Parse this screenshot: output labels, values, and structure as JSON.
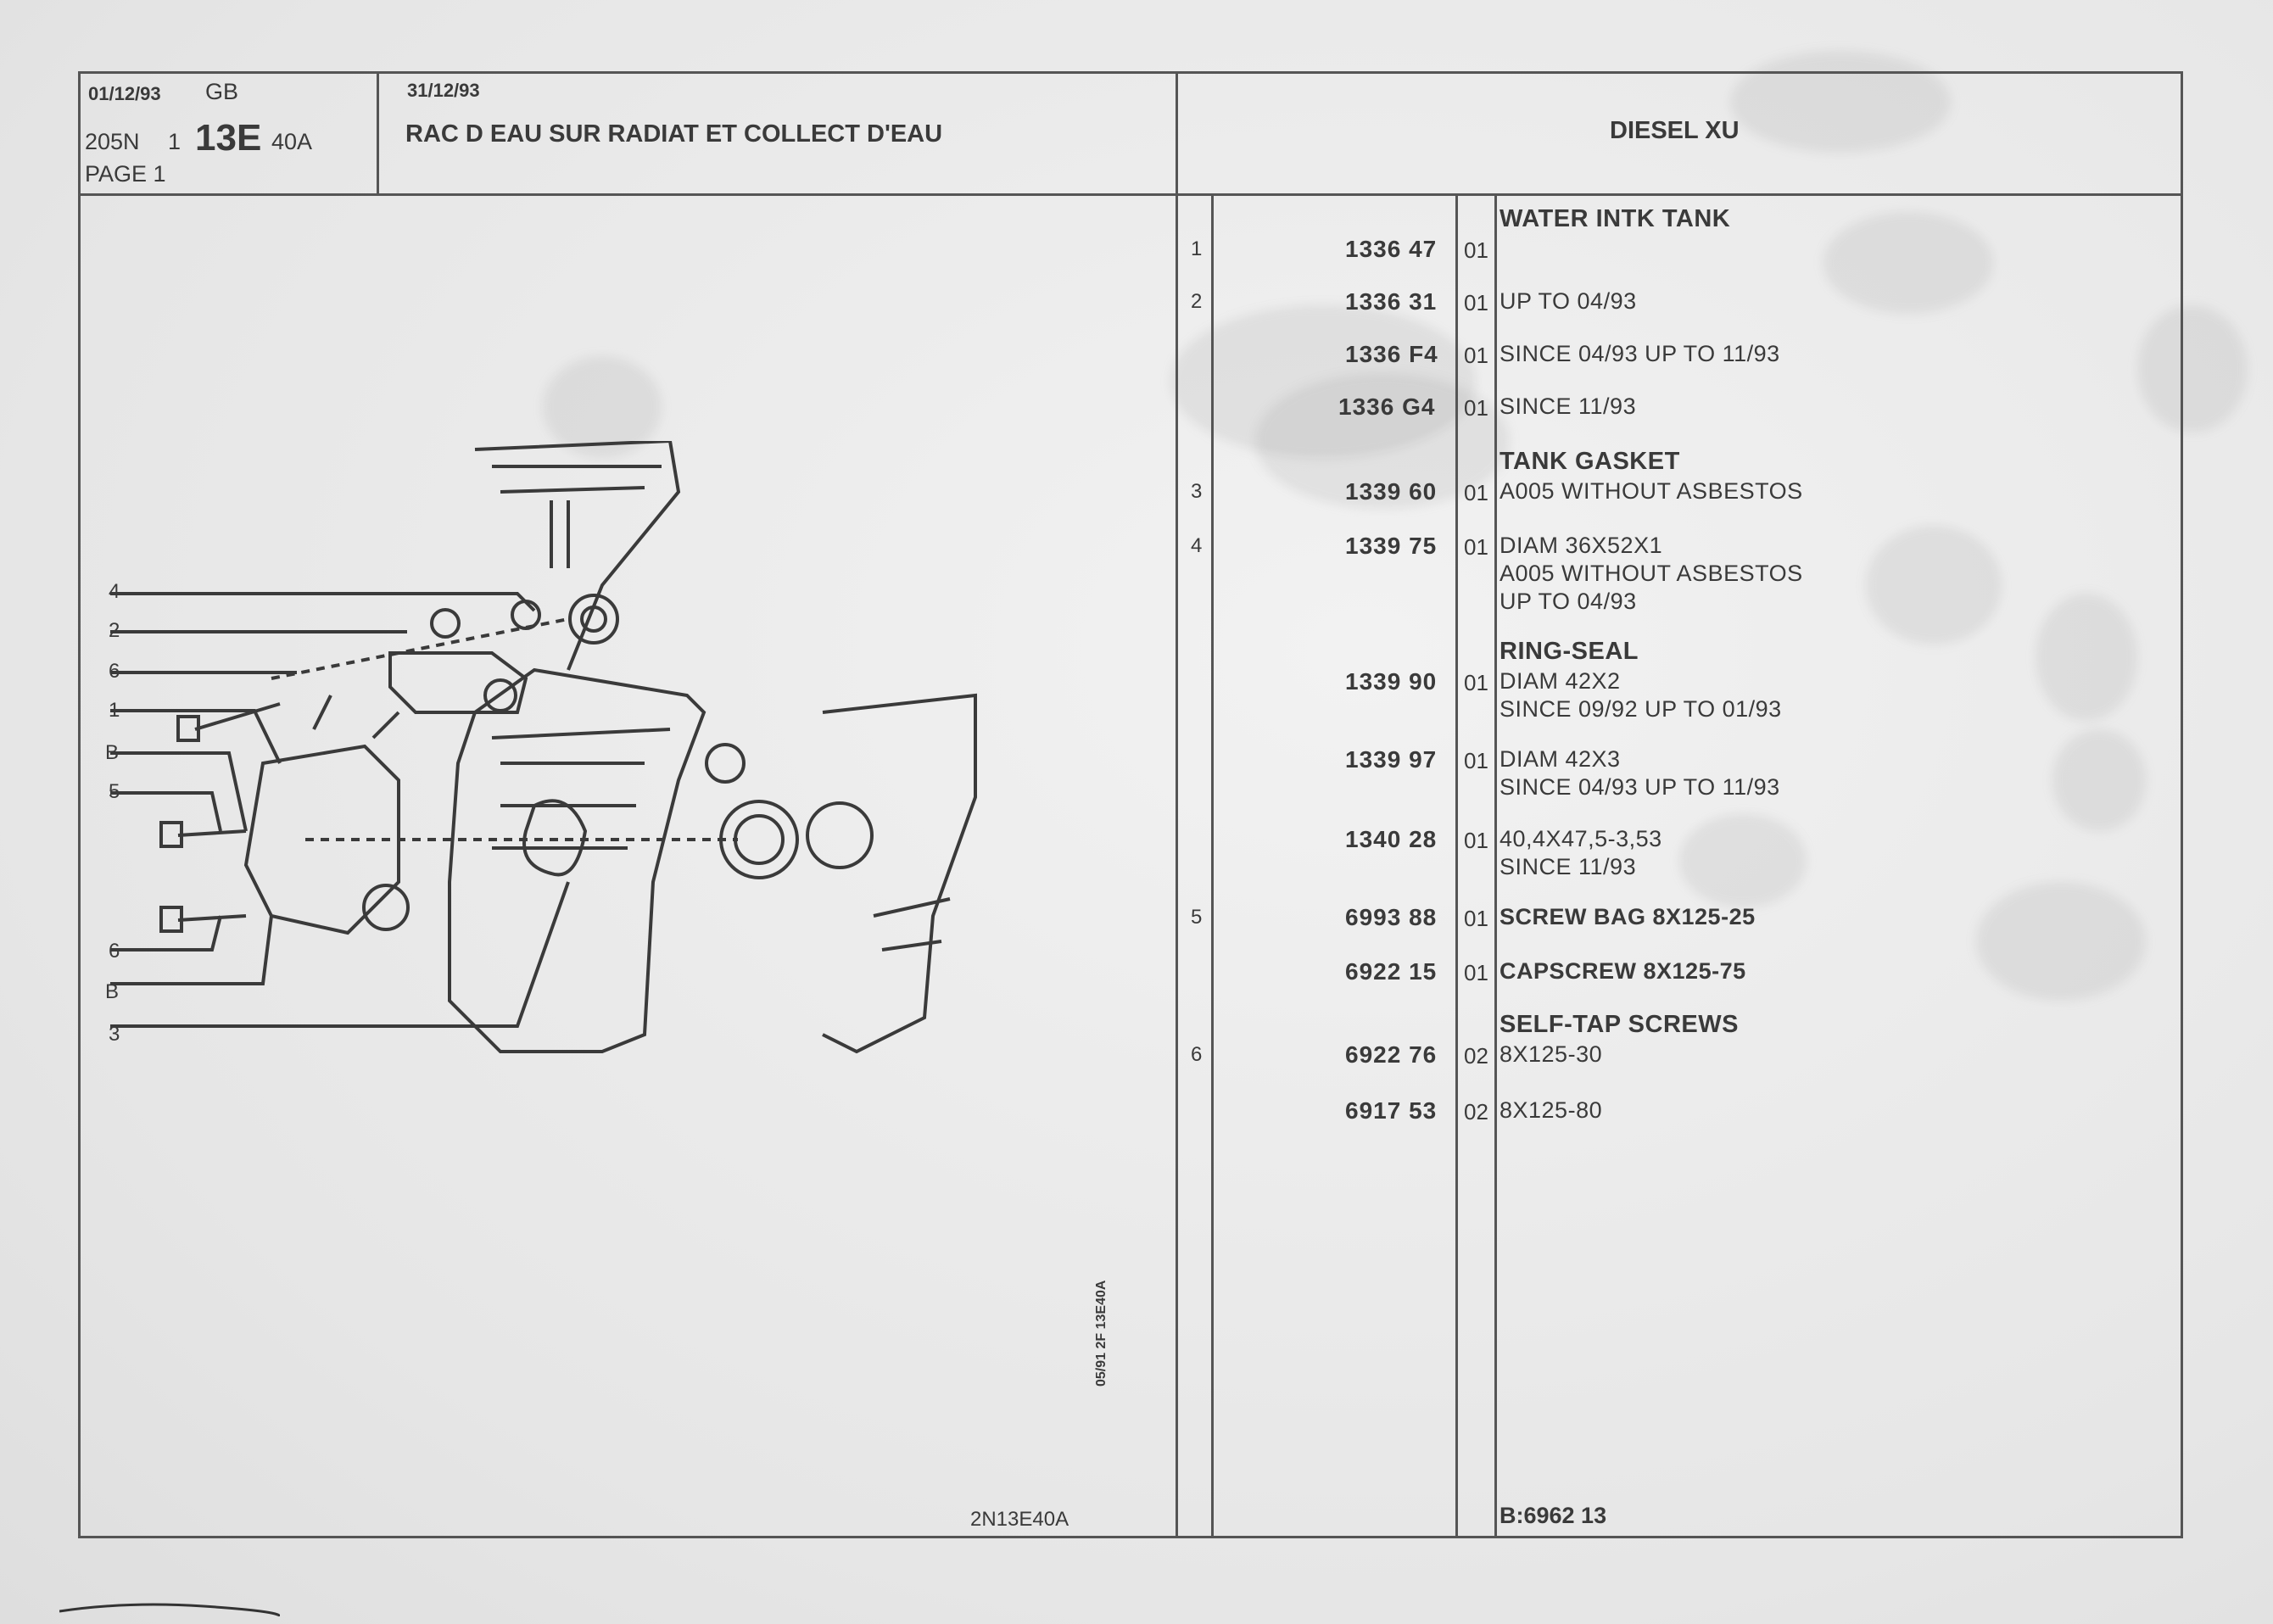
{
  "header": {
    "date_left": "01/12/93",
    "lang": "GB",
    "model": "205N",
    "group": "1",
    "section": "13E",
    "sub": "40A",
    "page": "PAGE 1",
    "date_mid": "31/12/93",
    "title": "RAC D EAU SUR RADIAT ET COLLECT D'EAU",
    "engine": "DIESEL XU"
  },
  "diagram": {
    "callouts": [
      "4",
      "2",
      "6",
      "1",
      "B",
      "5",
      "6",
      "B",
      "3"
    ],
    "side_code": "05/91 2F 13E40A",
    "ref": "2N13E40A"
  },
  "rows": [
    {
      "heading": "WATER INTK TANK",
      "item": "1",
      "ref": "1336 47",
      "qty": "01",
      "lines": []
    },
    {
      "heading": "",
      "item": "2",
      "ref": "1336 31",
      "qty": "01",
      "lines": [
        "UP TO 04/93"
      ]
    },
    {
      "heading": "",
      "item": "",
      "ref": "1336 F4",
      "qty": "01",
      "lines": [
        "SINCE 04/93 UP TO 11/93"
      ]
    },
    {
      "heading": "",
      "item": "",
      "ref": "1336 G4",
      "qty": "01",
      "lines": [
        "SINCE 11/93"
      ]
    },
    {
      "heading": "TANK GASKET",
      "item": "3",
      "ref": "1339 60",
      "qty": "01",
      "lines": [
        "A005 WITHOUT ASBESTOS"
      ]
    },
    {
      "heading": "",
      "item": "4",
      "ref": "1339 75",
      "qty": "01",
      "lines": [
        "DIAM 36X52X1",
        "A005 WITHOUT ASBESTOS",
        "UP TO 04/93"
      ]
    },
    {
      "heading": "RING-SEAL",
      "item": "",
      "ref": "1339 90",
      "qty": "01",
      "lines": [
        "DIAM 42X2",
        "SINCE 09/92 UP TO 01/93"
      ]
    },
    {
      "heading": "",
      "item": "",
      "ref": "1339 97",
      "qty": "01",
      "lines": [
        "DIAM 42X3",
        "SINCE 04/93 UP TO 11/93"
      ]
    },
    {
      "heading": "",
      "item": "",
      "ref": "1340 28",
      "qty": "01",
      "lines": [
        "40,4X47,5-3,53",
        "SINCE 11/93"
      ]
    },
    {
      "heading": "",
      "item": "5",
      "ref": "6993 88",
      "qty": "01",
      "lines": [
        "SCREW BAG 8X125-25"
      ]
    },
    {
      "heading": "",
      "item": "",
      "ref": "6922 15",
      "qty": "01",
      "lines": [
        "CAPSCREW 8X125-75"
      ]
    },
    {
      "heading": "SELF-TAP SCREWS",
      "item": "6",
      "ref": "6922 76",
      "qty": "02",
      "lines": [
        "8X125-30"
      ]
    },
    {
      "heading": "",
      "item": "",
      "ref": "6917 53",
      "qty": "02",
      "lines": [
        "8X125-80"
      ]
    }
  ],
  "footer": {
    "code": "B:6962 13"
  }
}
